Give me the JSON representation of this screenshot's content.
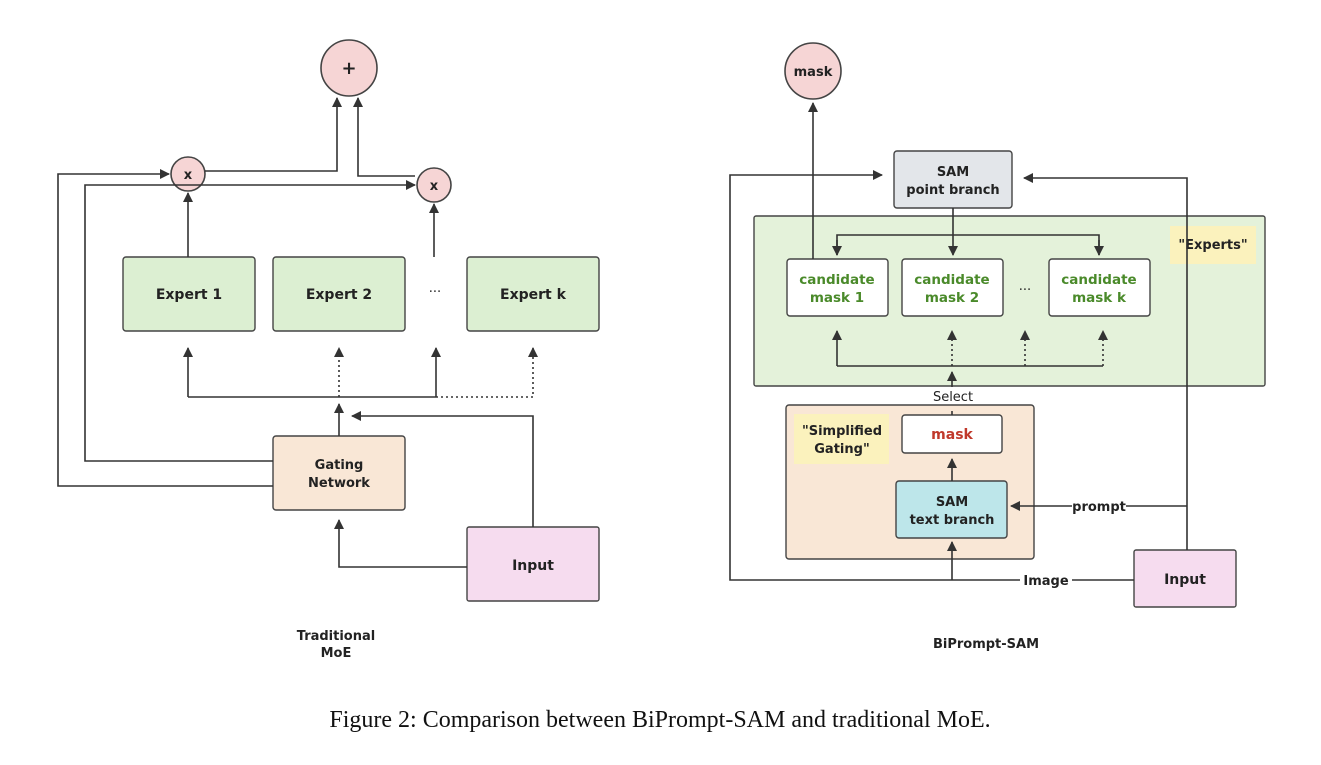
{
  "left": {
    "plus": "+",
    "times1": "x",
    "times2": "x",
    "experts": [
      "Expert 1",
      "Expert 2",
      "Expert k"
    ],
    "ellipsis": "...",
    "gating": [
      "Gating",
      "Network"
    ],
    "input": "Input",
    "title": [
      "Traditional",
      "MoE"
    ]
  },
  "right": {
    "mask_out": "mask",
    "sam_point": [
      "SAM",
      "point branch"
    ],
    "experts_note": "\"Experts\"",
    "candidates": [
      [
        "candidate",
        "mask 1"
      ],
      [
        "candidate",
        "mask 2"
      ],
      [
        "candidate",
        "mask k"
      ]
    ],
    "ellipsis": "...",
    "select": "Select",
    "gating_note": [
      "\"Simplified",
      "Gating\""
    ],
    "mask_inner": "mask",
    "sam_text": [
      "SAM",
      "text branch"
    ],
    "prompt": "prompt",
    "image": "Image",
    "input": "Input",
    "title": "BiPrompt-SAM"
  },
  "caption": "Figure 2: Comparison between BiPrompt-SAM and traditional MoE."
}
